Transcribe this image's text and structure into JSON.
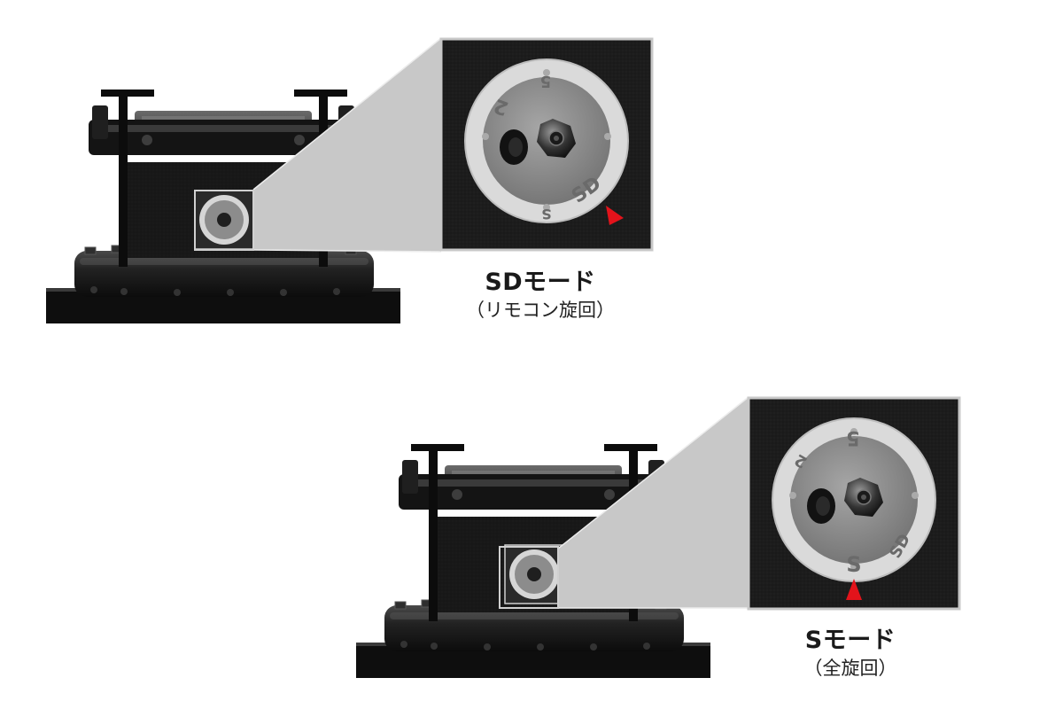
{
  "modes": [
    {
      "title": "SDモード",
      "subtitle": "（リモコン旋回）",
      "dial_labels": [
        "2",
        "5",
        "SD",
        "S"
      ]
    },
    {
      "title": "Sモード",
      "subtitle": "（全旋回）",
      "dial_labels": [
        "2",
        "5",
        "SD",
        "S"
      ]
    }
  ],
  "colors": {
    "body": "#141414",
    "metal": "#2a2a2a",
    "callout": "#c8c8c8",
    "dial_ring": "#d9d9d9",
    "dial_face": "#8a8a8a",
    "pointer": "#e3131b"
  }
}
